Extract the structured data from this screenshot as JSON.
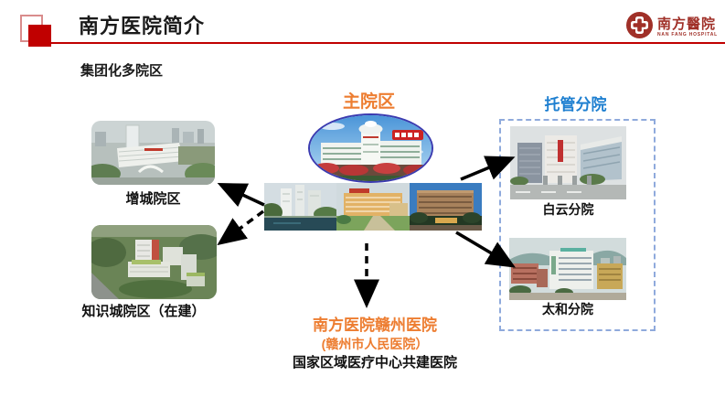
{
  "slide": {
    "title": "南方医院简介",
    "section_label": "集团化多院区"
  },
  "logo": {
    "name_cn": "南方醫院",
    "name_en": "NAN FANG HOSPITAL"
  },
  "diagram": {
    "main_campus_label": "主院区",
    "zengcheng_label": "增城院区",
    "knowledge_city_label": "知识城院区（在建）",
    "managed_title": "托管分院",
    "baiyun_label": "白云分院",
    "taihe_label": "太和分院",
    "ganzhou_line1": "南方医院赣州医院",
    "ganzhou_line2": "(赣州市人民医院）",
    "ganzhou_line3": "国家区域医疗中心共建医院"
  },
  "colors": {
    "accent_red": "#C00000",
    "orange": "#ED7D31",
    "branch_blue": "#1E7FD0",
    "box_border_blue": "#8FAADC",
    "oval_border_purple": "#3B3BB0",
    "arrow_black": "#000000"
  }
}
